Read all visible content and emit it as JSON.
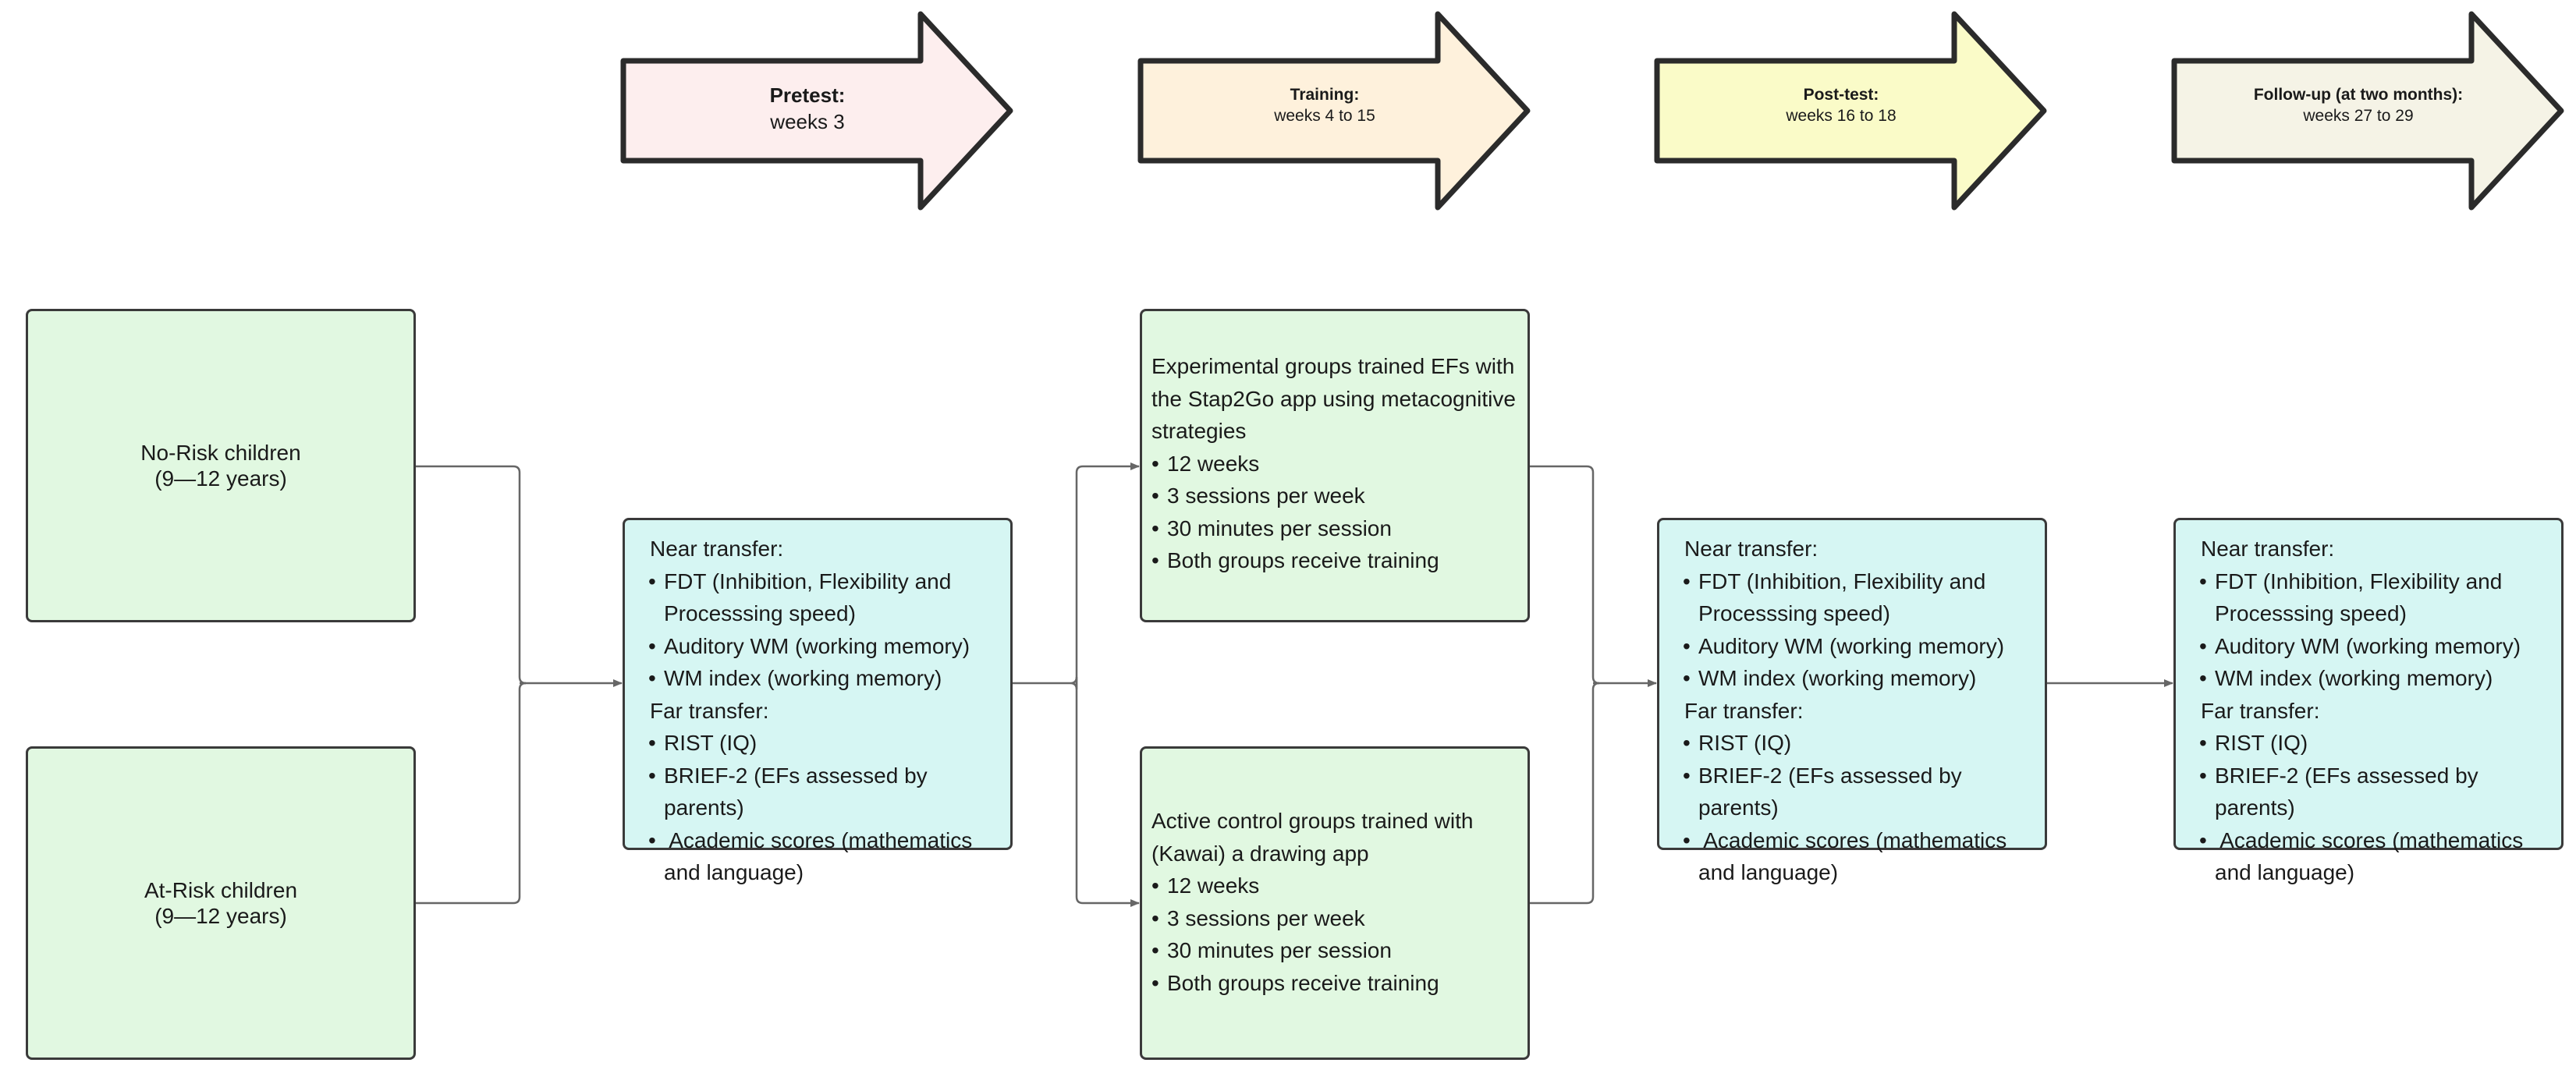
{
  "phases": [
    {
      "title": "Pretest:",
      "subtitle": "weeks 3",
      "fill": "#fdeeee"
    },
    {
      "title": "Training:",
      "subtitle": "weeks 4 to 15",
      "fill": "#fef1dc"
    },
    {
      "title": "Post-test:",
      "subtitle": "weeks 16 to 18",
      "fill": "#fafbc8"
    },
    {
      "title": "Follow-up (at two months):",
      "subtitle": "weeks 27 to 29",
      "fill": "#f5f3e6"
    }
  ],
  "groups": {
    "no_risk": {
      "line1": "No-Risk children",
      "line2": "(9—12 years)"
    },
    "at_risk": {
      "line1": "At-Risk children",
      "line2": "(9—12 years)"
    }
  },
  "pretest": {
    "near_heading": "Near transfer:",
    "near": [
      "FDT (Inhibition, Flexibility and Processsing speed)",
      "Auditory WM (working memory)",
      "WM index  (working memory)"
    ],
    "far_heading": "Far transfer:",
    "far": [
      "RIST (IQ)",
      "BRIEF-2 (EFs assessed by parents)",
      " Academic scores (mathematics and language)"
    ]
  },
  "training": {
    "experimental": {
      "title": "Experimental groups trained EFs with the Stap2Go app using metacognitive strategies",
      "items": [
        "12 weeks",
        "3 sessions per week",
        "30 minutes per session",
        "Both groups receive training"
      ]
    },
    "control": {
      "title": "Active control groups trained with (Kawai) a drawing app",
      "items": [
        "12 weeks",
        "3 sessions per week",
        "30 minutes per session",
        "Both groups receive training"
      ]
    }
  },
  "posttest": {
    "near_heading": "Near transfer:",
    "near": [
      "FDT (Inhibition, Flexibility and Processsing speed)",
      "Auditory WM (working memory)",
      "WM index (working memory)"
    ],
    "far_heading": "Far transfer:",
    "far": [
      "RIST (IQ)",
      "BRIEF-2 (EFs assessed by parents)",
      " Academic scores (mathematics and language)"
    ]
  },
  "followup": {
    "near_heading": "Near transfer:",
    "near": [
      "FDT (Inhibition, Flexibility and Processsing speed)",
      "Auditory WM (working memory)",
      "WM index (working memory)"
    ],
    "far_heading": "Far transfer:",
    "far": [
      "RIST (IQ)",
      "BRIEF-2 (EFs assessed by parents)",
      " Academic scores (mathematics and language)"
    ]
  },
  "colors": {
    "box_green": "#e1f8e1",
    "box_teal": "#d6f6f3",
    "outline": "#2b2b2b",
    "connector": "#666666"
  }
}
